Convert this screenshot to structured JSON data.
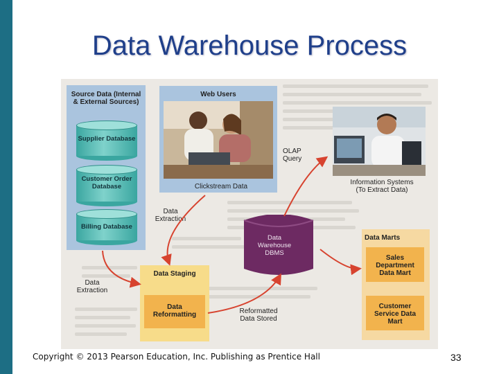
{
  "slide": {
    "title": "Data Warehouse Process",
    "copyright": "Copyright © 2013 Pearson Education, Inc. Publishing as Prentice Hall",
    "page_number": "33"
  },
  "diagram": {
    "source_panel_title": "Source Data (Internal & External Sources)",
    "databases": [
      "Supplier Database",
      "Customer Order Database",
      "Billing Database"
    ],
    "web_users": "Web Users",
    "clickstream": "Clickstream Data",
    "olap_query": "OLAP Query",
    "information_systems": "Information Systems (To Extract Data)",
    "data_extraction_top": "Data Extraction",
    "data_extraction_left": "Data Extraction",
    "dbms": "Data Warehouse DBMS",
    "data_staging": "Data Staging",
    "data_reformatting": "Data Reformatting",
    "reformatted": "Reformatted Data Stored",
    "data_marts": "Data Marts",
    "mart_sales": "Sales Department Data Mart",
    "mart_customer": "Customer Service Data Mart"
  },
  "colors": {
    "left_bar": "#1d6e84",
    "title": "#1f3f8a",
    "panel_blue": "#aac4de",
    "db_teal": "#3aa6a0",
    "staging_yellow": "#f7dc8a",
    "reformat_orange": "#f2b34d",
    "marts_bg": "#f6d9a2",
    "mart_box": "#f2b34d",
    "dbms_purple": "#6d2a62",
    "arrow_red": "#d7432f"
  }
}
